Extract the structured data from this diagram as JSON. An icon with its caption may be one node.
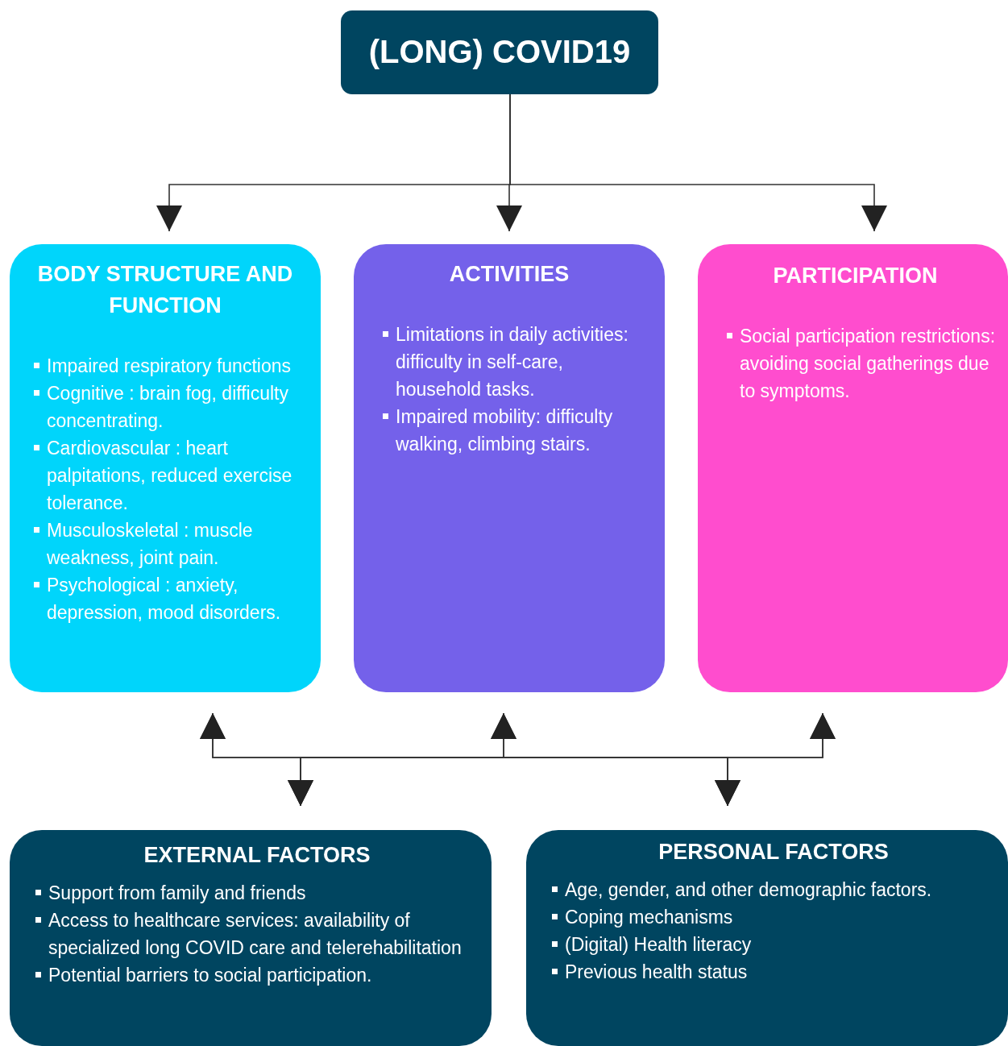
{
  "diagram": {
    "nodes": [
      {
        "text": [
          "(LONG) COVID19"
        ]
      },
      {
        "text": [
          "BODY STRUCTURE AND FUNCTION",
          "Impaired respiratory functions",
          "Cognitive : brain fog, difficulty concentrating.",
          "Cardiovascular : heart palpitations,  reduced exercise tolerance.",
          "Musculoskeletal : muscle weakness, joint pain.",
          "Psychological : anxiety, depression, mood disorders."
        ]
      },
      {
        "text": [
          "ACTIVITIES",
          "Limitations in daily activities: difficulty in self-care, household tasks.",
          "Impaired mobility: difficulty walking, climbing stairs."
        ]
      },
      {
        "text": [
          "PARTICIPATION",
          "Social participation restrictions: avoiding social gatherings due to symptoms."
        ]
      },
      {
        "text": [
          "EXTERNAL FACTORS",
          "Support from family and friends",
          "Access to healthcare services: availability of specialized long COVID care and telerehabilitation",
          "Potential barriers to social participation."
        ]
      },
      {
        "text": [
          "PERSONAL FACTORS",
          "Age, gender, and other demographic factors.",
          "Coping mechanisms",
          "(Digital) Health literacy",
          "Previous health status"
        ]
      }
    ],
    "edges": [
      {
        "from": 0,
        "to": 1,
        "arrow": "to"
      },
      {
        "from": 0,
        "to": 2,
        "arrow": "to"
      },
      {
        "from": 0,
        "to": 3,
        "arrow": "to"
      },
      {
        "from": 4,
        "to": 1,
        "arrow": "both"
      },
      {
        "from": 4,
        "to": 2,
        "arrow": "both"
      },
      {
        "from": 4,
        "to": 3,
        "arrow": "both"
      },
      {
        "from": 5,
        "to": 1,
        "arrow": "both"
      },
      {
        "from": 5,
        "to": 2,
        "arrow": "both"
      },
      {
        "from": 5,
        "to": 3,
        "arrow": "both"
      }
    ]
  }
}
